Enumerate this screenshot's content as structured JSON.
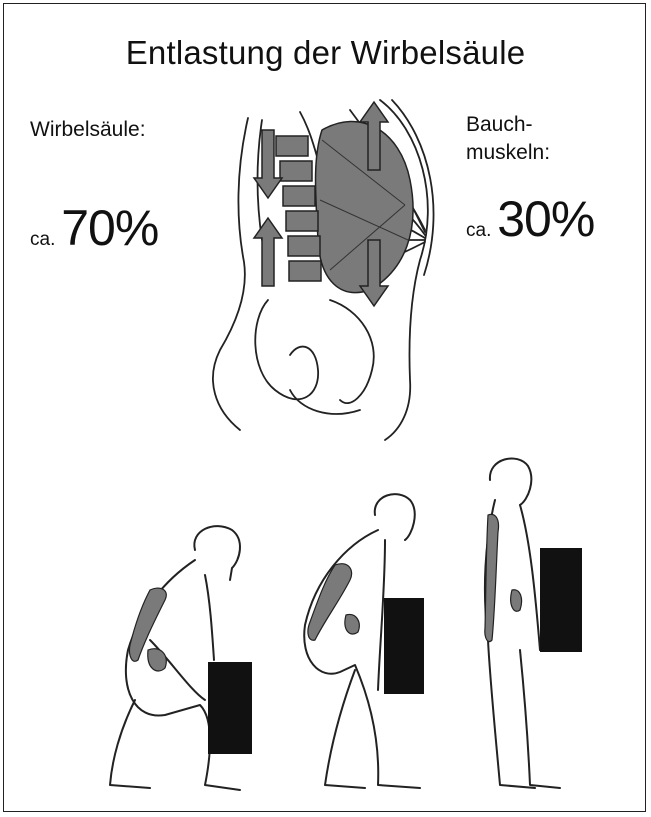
{
  "title": "Entlastung der Wirbelsäule",
  "left": {
    "label": "Wirbelsäule:",
    "prefix": "ca.",
    "value": "70%"
  },
  "right": {
    "label_line1": "Bauch-",
    "label_line2": "muskeln:",
    "prefix": "ca.",
    "value": "30%"
  },
  "colors": {
    "muscle": "#7a7a7a",
    "box": "#111111",
    "line": "#222222"
  },
  "illustration": {
    "top": "spine-and-abdominal-muscles-cross-section",
    "postures": [
      "squat-lift",
      "bent-lift",
      "upright-carry"
    ]
  }
}
